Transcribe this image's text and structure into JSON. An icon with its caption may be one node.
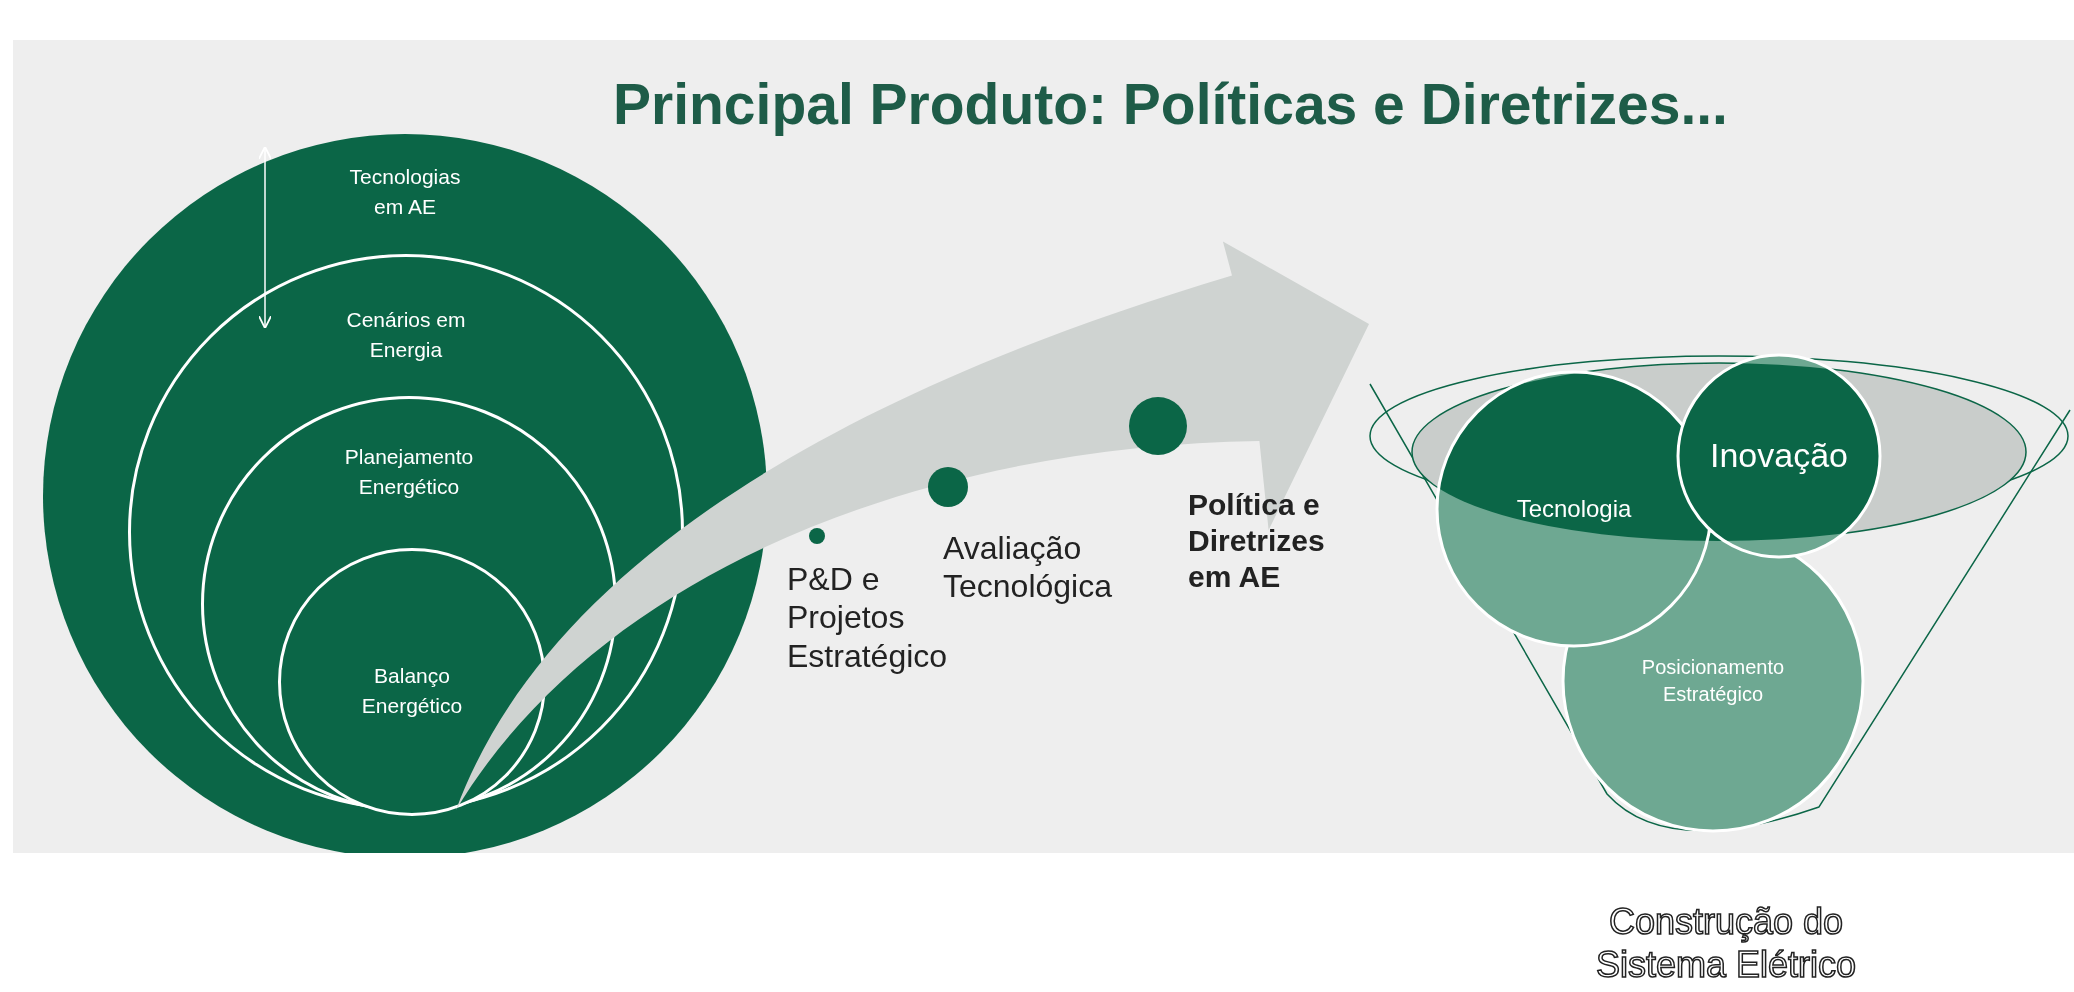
{
  "diagram": {
    "title": "Principal Produto: Políticas e Diretrizes...",
    "nodes": [
      {
        "text": [
          "Tecnologias em AE"
        ]
      },
      {
        "text": [
          "Cenários em Energia"
        ],
        "in": 0
      },
      {
        "text": [
          "Planejamento Energético"
        ],
        "in": 1
      },
      {
        "text": [
          "Balanço Energético"
        ],
        "in": 2
      },
      {
        "text": [],
        "shape": "circle",
        "beside": [
          "P&D e Projetos Estratégico"
        ]
      },
      {
        "text": [],
        "shape": "circle",
        "beside": [
          "Avaliação Tecnológica"
        ]
      },
      {
        "text": [],
        "shape": "circle",
        "beside": [
          "Política e Diretrizes em AE"
        ]
      },
      {
        "text": [],
        "shape": "funnel",
        "beside": [
          "Construção do Sistema Elétrico"
        ]
      },
      {
        "text": [
          "Tecnologia"
        ],
        "in": 7
      },
      {
        "text": [
          "Inovação"
        ],
        "in": 7
      },
      {
        "text": [
          "Posicionamento Estratégico"
        ],
        "in": 7
      }
    ],
    "edges": [
      {
        "from": 3,
        "to": 7,
        "arrow": "to",
        "style": "thick"
      }
    ]
  }
}
